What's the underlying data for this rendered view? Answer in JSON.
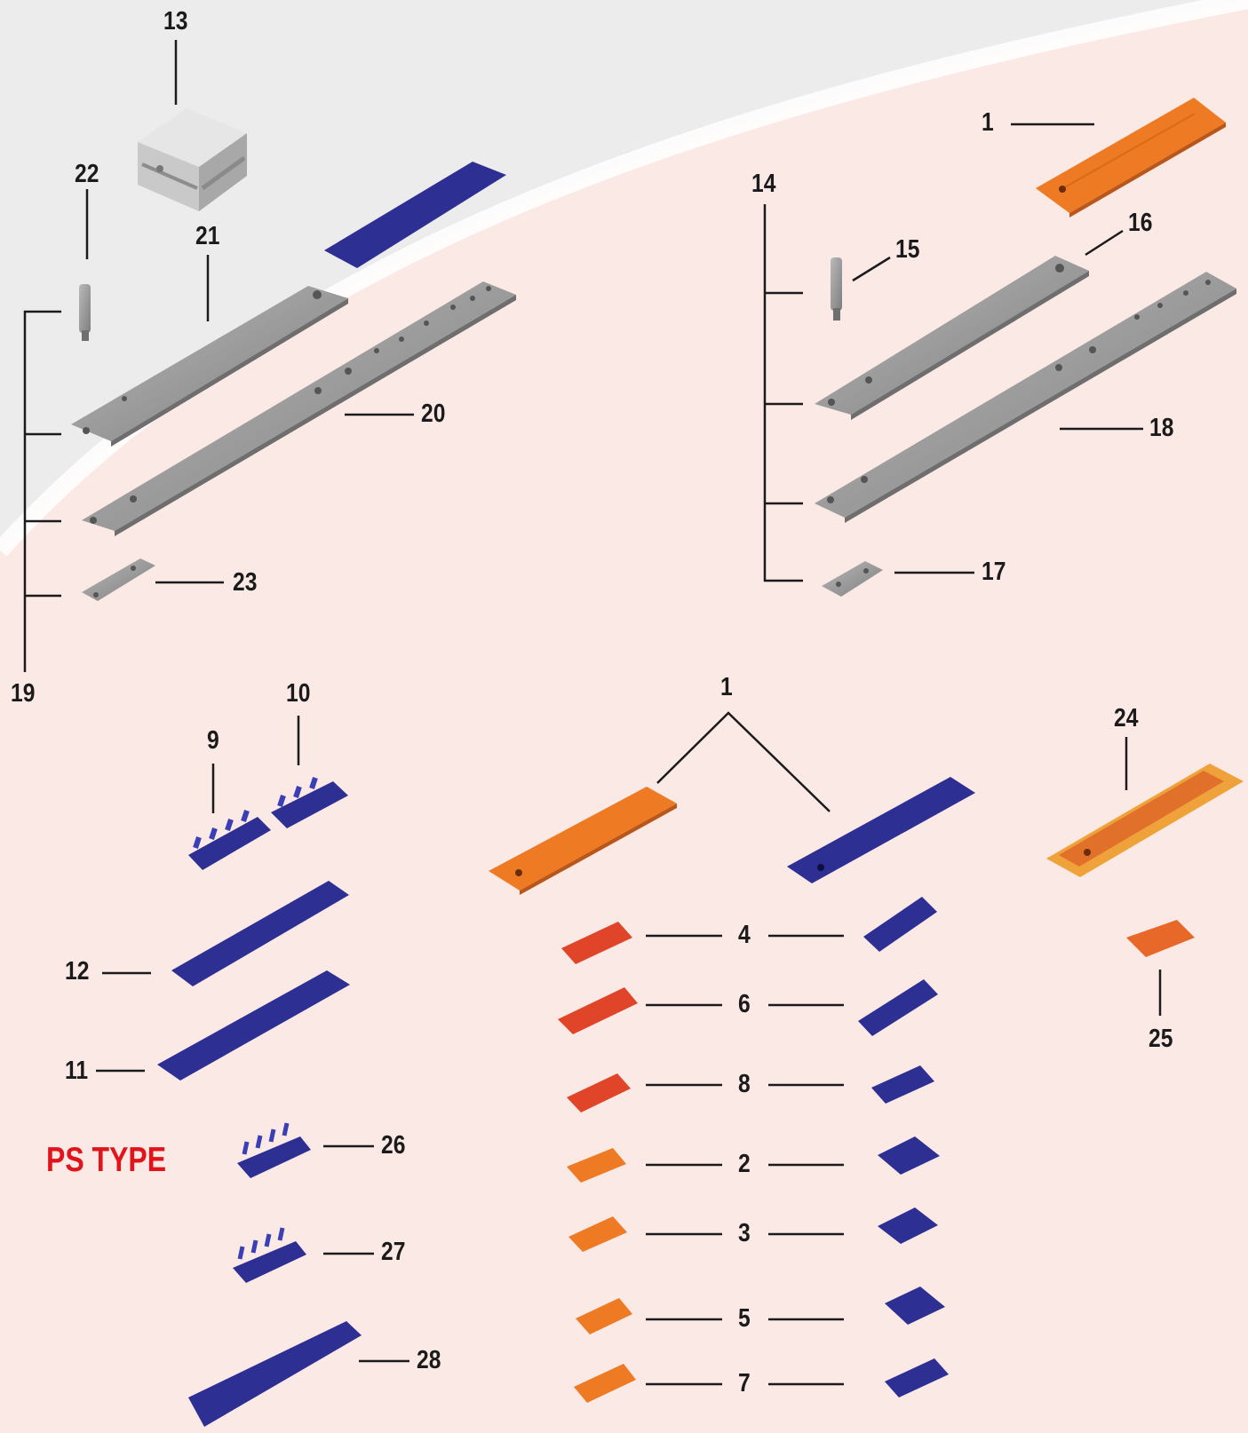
{
  "title_label": "PS TYPE",
  "labels": {
    "13": "13",
    "22": "22",
    "21": "21",
    "20": "20",
    "19": "19",
    "23": "23",
    "1_top": "1",
    "14": "14",
    "15": "15",
    "16": "16",
    "18": "18",
    "17": "17",
    "10": "10",
    "9": "9",
    "12": "12",
    "11": "11",
    "26": "26",
    "27": "27",
    "28": "28",
    "1_mid": "1",
    "4": "4",
    "6": "6",
    "8": "8",
    "2": "2",
    "3": "3",
    "5": "5",
    "7": "7",
    "24": "24",
    "25": "25"
  },
  "colors": {
    "background": "#fbe9e6",
    "background_top": "#eeeeee",
    "orange": "#ee7a24",
    "red_orange": "#e0452a",
    "blue": "#2d2f93",
    "steel": "#9a9a9a",
    "label": "#1b1b1b",
    "title": "#e0141a"
  }
}
